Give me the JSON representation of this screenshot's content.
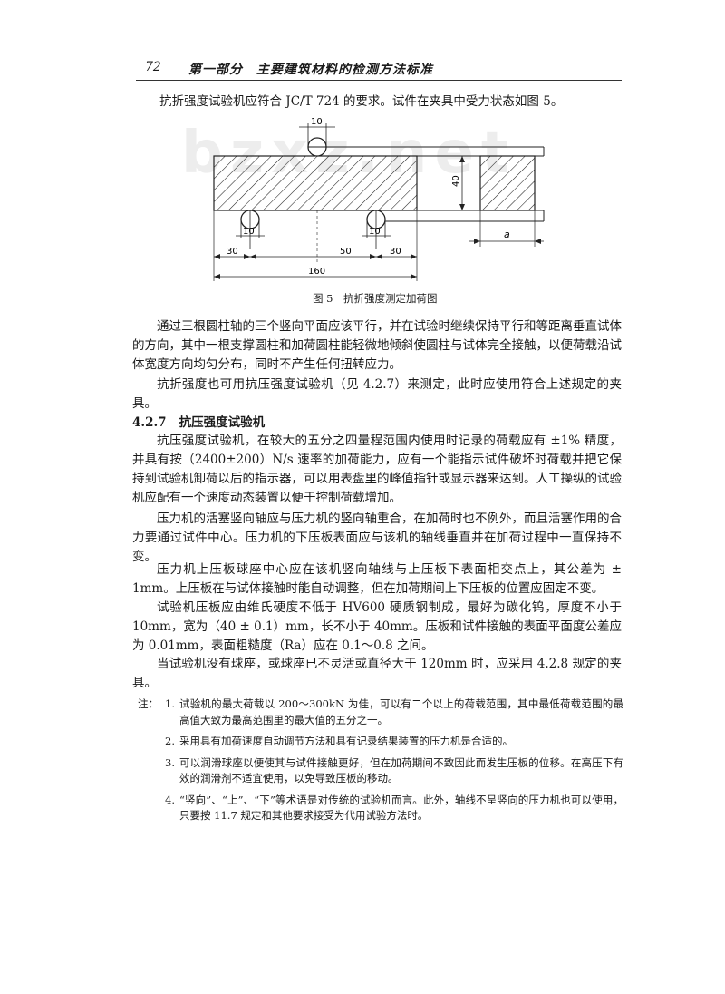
{
  "header": {
    "page_number": "72",
    "title": "第一部分　主要建筑材料的检测方法标准"
  },
  "watermark": "bzxz.net",
  "intro": "抗折强度试验机应符合 JC/T 724 的要求。试件在夹具中受力状态如图 5。",
  "figure": {
    "caption": "图 5　抗折强度测定加荷图",
    "dims": {
      "top_gap": "10",
      "height": "40",
      "bottom_gap_left": "10",
      "bottom_gap_right": "10",
      "left_offset": "30",
      "span": "50",
      "right_offset": "30",
      "total": "160",
      "side": "a"
    }
  },
  "paragraphs": [
    "通过三根圆柱轴的三个竖向平面应该平行，并在试验时继续保持平行和等距离垂直试体的方向，其中一根支撑圆柱和加荷圆柱能轻微地倾斜使圆柱与试体完全接触，以便荷载沿试体宽度方向均匀分布，同时不产生任何扭转应力。",
    "抗折强度也可用抗压强度试验机（见 4.2.7）来测定，此时应使用符合上述规定的夹具。"
  ],
  "section": {
    "number": "4.2.7",
    "title": "抗压强度试验机"
  },
  "section_paragraphs": [
    "抗压强度试验机，在较大的五分之四量程范围内使用时记录的荷载应有 ±1% 精度，并具有按（2400±200）N/s 速率的加荷能力，应有一个能指示试件破坏时荷载并把它保持到试验机卸荷以后的指示器，可以用表盘里的峰值指针或显示器来达到。人工操纵的试验机应配有一个速度动态装置以便于控制荷载增加。",
    "压力机的活塞竖向轴应与压力机的竖向轴重合，在加荷时也不例外，而且活塞作用的合力要通过试件中心。压力机的下压板表面应与该机的轴线垂直并在加荷过程中一直保持不变。",
    "压力机上压板球座中心应在该机竖向轴线与上压板下表面相交点上，其公差为 ± 1mm。上压板在与试体接触时能自动调整，但在加荷期间上下压板的位置应固定不变。",
    "试验机压板应由维氏硬度不低于 HV600 硬质钢制成，最好为碳化钨，厚度不小于 10mm，宽为（40 ± 0.1）mm，长不小于 40mm。压板和试件接触的表面平面度公差应为 0.01mm，表面粗糙度（Ra）应在 0.1～0.8 之间。",
    "当试验机没有球座，或球座已不灵活或直径大于 120mm 时，应采用 4.2.8 规定的夹具。"
  ],
  "notes": {
    "label": "注：",
    "items": [
      {
        "index": "1.",
        "text": "试验机的最大荷载以 200～300kN 为佳，可以有二个以上的荷载范围，其中最低荷载范围的最高值大致为最高范围里的最大值的五分之一。"
      },
      {
        "index": "2.",
        "text": "采用具有加荷速度自动调节方法和具有记录结果装置的压力机是合适的。"
      },
      {
        "index": "3.",
        "text": "可以润滑球座以便使其与试件接触更好，但在加荷期间不致因此而发生压板的位移。在高压下有效的润滑剂不适宜使用，以免导致压板的移动。"
      },
      {
        "index": "4.",
        "text": "“竖向”、“上”、“下”等术语是对传统的试验机而言。此外，轴线不呈竖向的压力机也可以使用，只要按 11.7 规定和其他要求接受为代用试验方法时。"
      }
    ]
  }
}
